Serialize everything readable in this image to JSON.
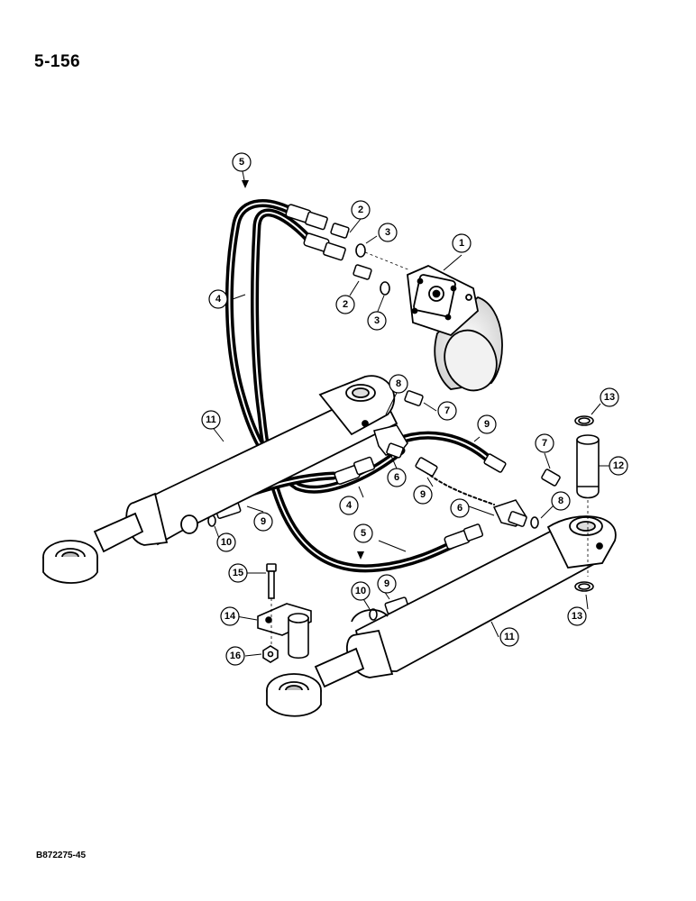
{
  "page_number": "5-156",
  "reference_code": "B872275-45",
  "callouts": [
    "1",
    "2",
    "2",
    "3",
    "3",
    "4",
    "4",
    "5",
    "5",
    "6",
    "6",
    "7",
    "7",
    "8",
    "8",
    "9",
    "9",
    "9",
    "10",
    "10",
    "11",
    "11",
    "12",
    "13",
    "13",
    "14",
    "15",
    "16"
  ]
}
